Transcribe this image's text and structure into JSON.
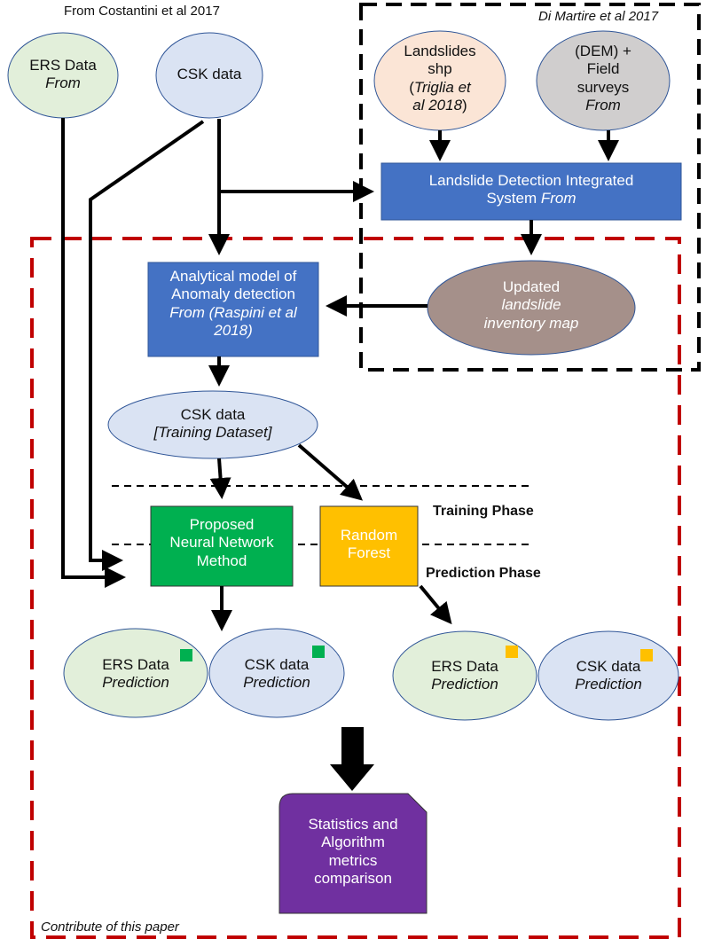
{
  "source_left": "From Costantini et al 2017",
  "source_right": "Di Martire et al 2017",
  "ers_data": {
    "line1": "ERS Data",
    "line2": "From"
  },
  "csk_data_top": "CSK data",
  "landslides_shp": {
    "line1": "Landslides",
    "line2": "shp",
    "line3": "(",
    "line3_italic": "Triglia et",
    "line4_italic": "al 2018",
    "line4": ")"
  },
  "dem": {
    "line1": "(DEM) +",
    "line2": "Field",
    "line3": "surveys",
    "line4": "From"
  },
  "ldis": {
    "line1": "Landslide Detection Integrated",
    "line2": "System",
    "line2_italic": "From"
  },
  "analytical": {
    "line1": "Analytical model of",
    "line2": "Anomaly detection",
    "line3": "From (Raspini et al",
    "line4": "2018)"
  },
  "updated": {
    "line1": "Updated",
    "line2": "landslide",
    "line3": "inventory map"
  },
  "csk_training": {
    "line1": "CSK data",
    "line2": "[Training Dataset]"
  },
  "neural": {
    "line1": "Proposed",
    "line2": "Neural Network",
    "line3": "Method"
  },
  "random_forest": {
    "line1": "Random",
    "line2": "Forest"
  },
  "training_phase": "Training Phase",
  "prediction_phase": "Prediction Phase",
  "pred_ers_nn": {
    "line1": "ERS Data",
    "line2": "Prediction"
  },
  "pred_csk_nn": {
    "line1": "CSK data",
    "line2": "Prediction"
  },
  "pred_ers_rf": {
    "line1": "ERS Data",
    "line2": "Prediction"
  },
  "pred_csk_rf": {
    "line1": "CSK data",
    "line2": "Prediction"
  },
  "statistics": {
    "line1": "Statistics and",
    "line2": "Algorithm",
    "line3": "metrics",
    "line4": "comparison"
  },
  "contribute": "Contribute of this paper",
  "colors": {
    "blue_box": "#4472c4",
    "green_box": "#00b050",
    "orange_box": "#ffc000",
    "purple_box": "#7030a0",
    "ellipse_green": "#e2efda",
    "ellipse_blue": "#dae3f3",
    "ellipse_peach": "#fbe5d6",
    "ellipse_grey": "#d0cece",
    "ellipse_brown": "#a5908a",
    "red_dash": "#c00000",
    "black_dash": "#000000"
  }
}
